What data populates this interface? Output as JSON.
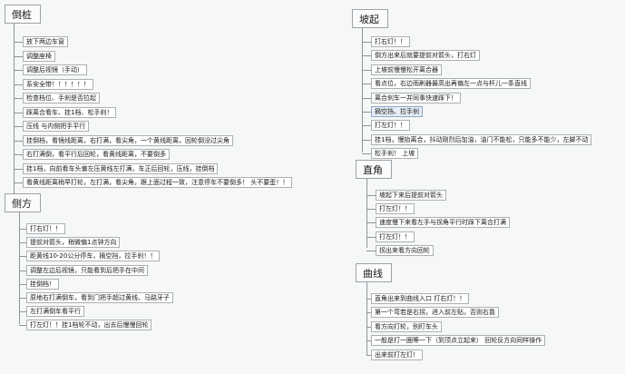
{
  "groups": [
    {
      "title": "倒桩",
      "items": [
        "放下两边车窗",
        "调整座椅",
        "调整后视镜（手动）",
        "系安全带！！！！！！",
        "检查档位、手刹是否拉起",
        "踩离合看车、挂1档、松手刹！",
        "压线 与内侧把手平行",
        "挂倒档，看镜线距离，右打满，看尖角，一个黄线距离，回轮倒没过尖角",
        "右打满倒，看平行后回轮，看黄线距离，不要倒多",
        "挂1档，向前看车头偏左压黄线左打满，车正后回轮，压线，挂倒档",
        "看黄线距离稍早打轮，左打满，看尖角，跟上面过程一致，注意停车不要倒多！ 头不要歪！！"
      ]
    },
    {
      "title": "侧方",
      "items": [
        "打右灯！！",
        "提前对箭头，稍微偏1点钟方向",
        "距黄线10-20公分停车，摘空挡，拉手刹！！",
        "调整左边后视镜，只能看到后把手在中间",
        "挂倒档！",
        "原地右打满倒车，看到门把手超过黄线、马路牙子",
        "左打满倒车看平行",
        "打左灯！！挂1档轮不动，出去后慢慢回轮"
      ]
    },
    {
      "title": "坡起",
      "items": [
        "打右灯！！",
        "倒方出来后就要提前对箭头，打右灯",
        "上坡前慢慢松开离合器",
        "看点位，右边雨刷器最高出再偏左一点与杆儿一条直线",
        "离合刹车一并同事快速踩下！",
        "摘空挡、拉手刹",
        "打左灯！！",
        "挂1档，慢抬离合，抖动刚烈后加油，油门不能松，只能多不能少，左脚不动",
        "松手刹！ 上坡"
      ],
      "highlight_index": 5
    },
    {
      "title": "直角",
      "items": [
        "坡起下来后提前对箭头",
        "打左灯！！",
        "速度慢下来看左手与拐角平行时踩下离合打满",
        "打左灯！！",
        "拐出来看方向回轮"
      ]
    },
    {
      "title": "曲线",
      "items": [
        "直角出来到曲线入口 打右灯！！",
        "第一个弯若是右拐，进入前左贴，否则右靠",
        "看方向打轮，别盯车头",
        "一般是打一圈等一下（到顶点立起来） 回轮反方向同样操作",
        "出来前打左灯！"
      ]
    }
  ]
}
